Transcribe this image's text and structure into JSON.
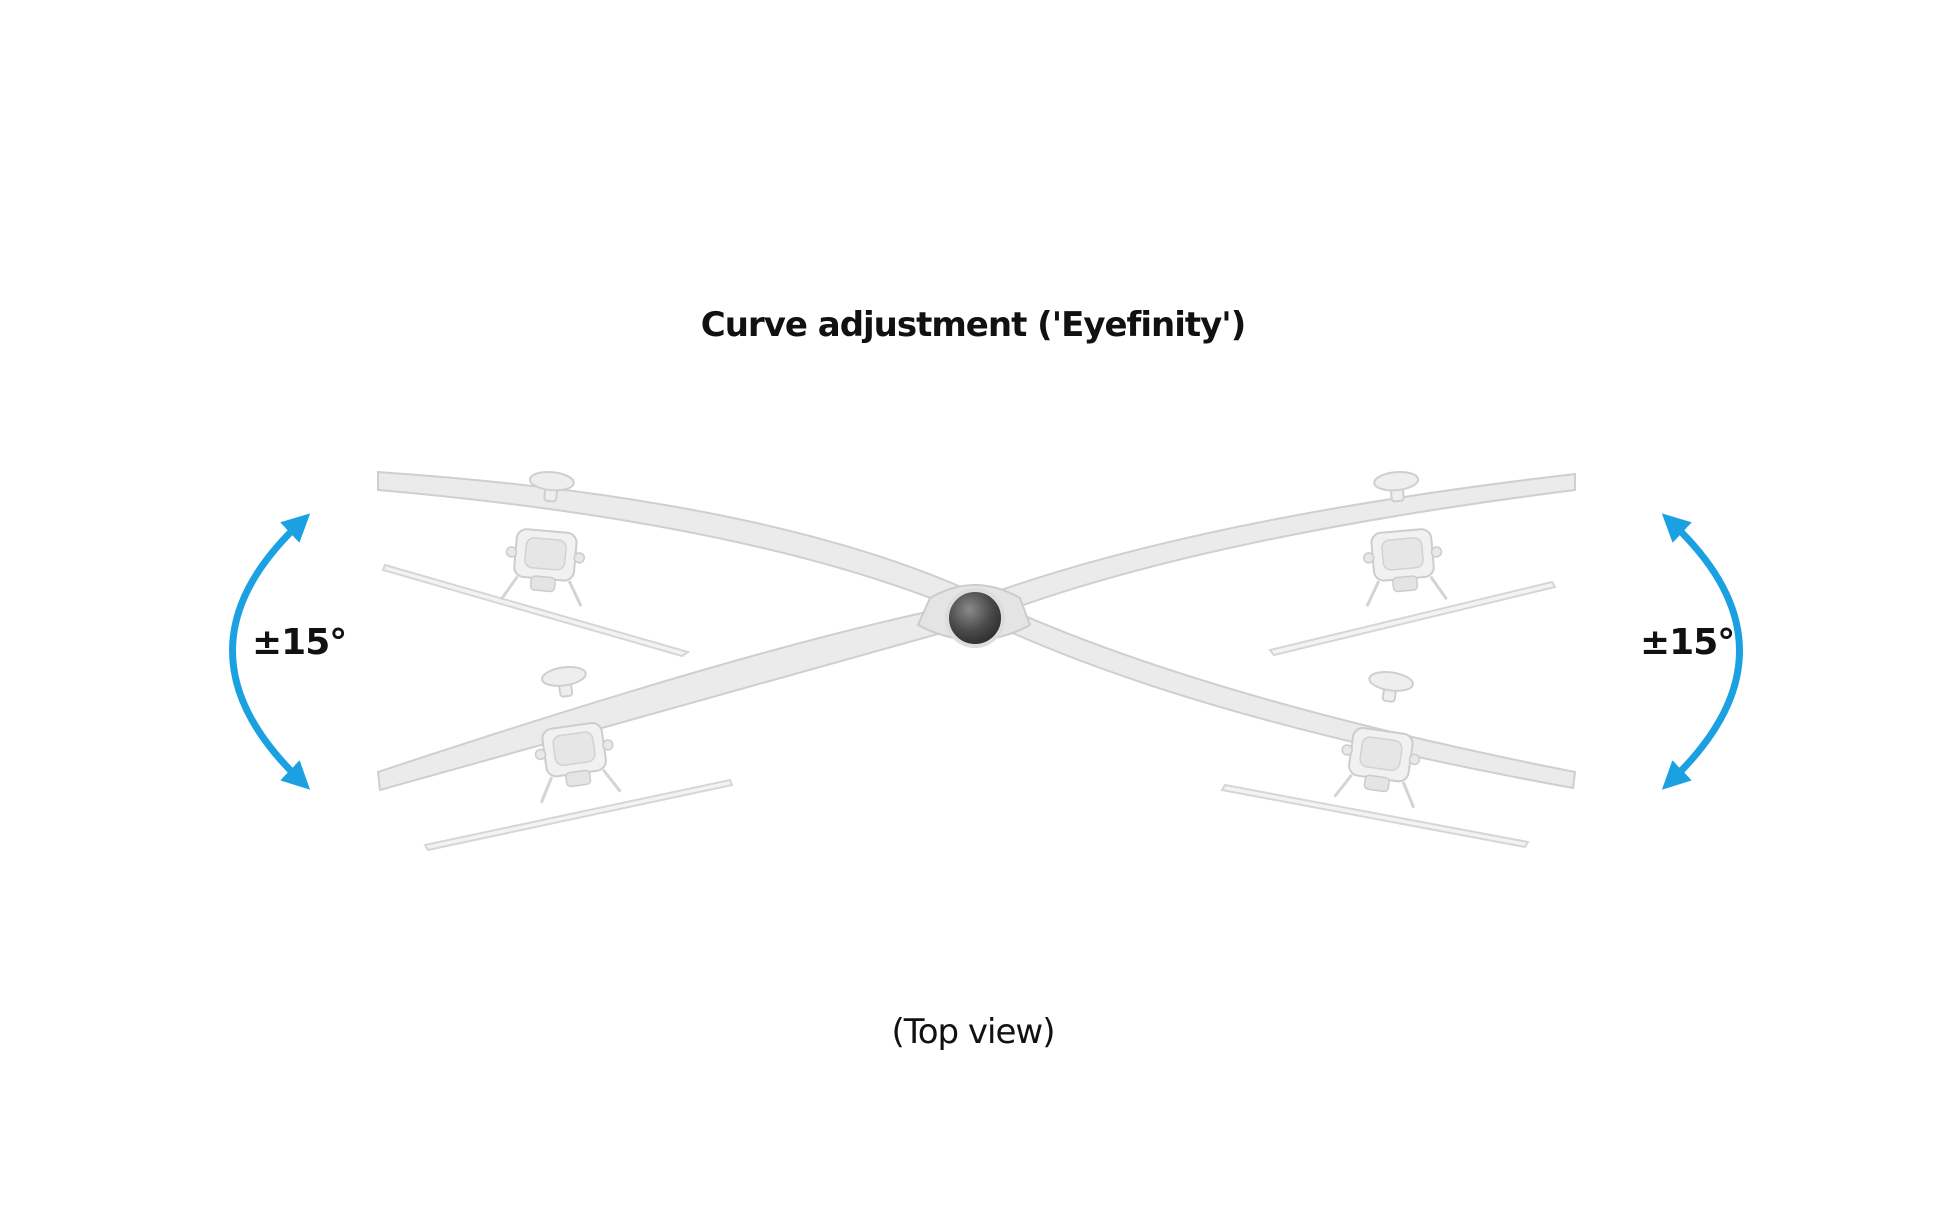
{
  "title": "Curve adjustment ('Eyefinity')",
  "caption": "(Top view)",
  "left_angle_label": "±15°",
  "right_angle_label": "±15°",
  "colors": {
    "arrow": "#1ba1e2",
    "arm_fill": "#ebebeb",
    "arm_stroke": "#cfcfcf",
    "pole": "#555555",
    "text": "#111111"
  },
  "icons": {
    "arm": "monitor-arm",
    "pole": "pole",
    "arrow": "double-headed-curved-arrow"
  }
}
